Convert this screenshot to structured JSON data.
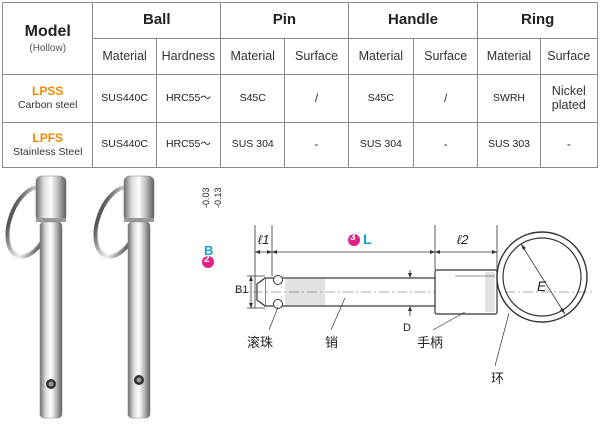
{
  "table": {
    "header": {
      "model": "Model",
      "model_sub": "(Hollow)",
      "groups": [
        "Ball",
        "Pin",
        "Handle",
        "Ring"
      ],
      "subheaders": [
        "Material",
        "Hardness",
        "Material",
        "Surface",
        "Material",
        "Surface",
        "Material",
        "Surface"
      ]
    },
    "rows": [
      {
        "code": "LPSS",
        "desc": "Carbon steel",
        "cells": [
          "SUS440C",
          "HRC55～",
          "S45C",
          "/",
          "S45C",
          "/",
          "SWRH",
          "Nickel\nplated"
        ]
      },
      {
        "code": "LPFS",
        "desc": "Stainless Steel",
        "cells": [
          "SUS440C",
          "HRC55～",
          "SUS 304",
          "-",
          "SUS 304",
          "-",
          "SUS 303",
          "-"
        ]
      }
    ]
  },
  "diagram": {
    "dim_l1": "ℓ1",
    "dim_l2": "ℓ2",
    "marker_2": "2",
    "dim_b": "B",
    "tol_upper": "-0.03",
    "tol_lower": "-0.13",
    "marker_3": "3",
    "dim_L": "L",
    "dim_b1": "B1",
    "dim_d": "D",
    "dim_e": "E",
    "label_ball": "滚珠",
    "label_pin": "销",
    "label_handle": "手柄",
    "label_ring": "环"
  },
  "colors": {
    "code_orange": "#f08a00",
    "marker_magenta": "#e0218a",
    "dim_blue": "#1a9ad6"
  }
}
